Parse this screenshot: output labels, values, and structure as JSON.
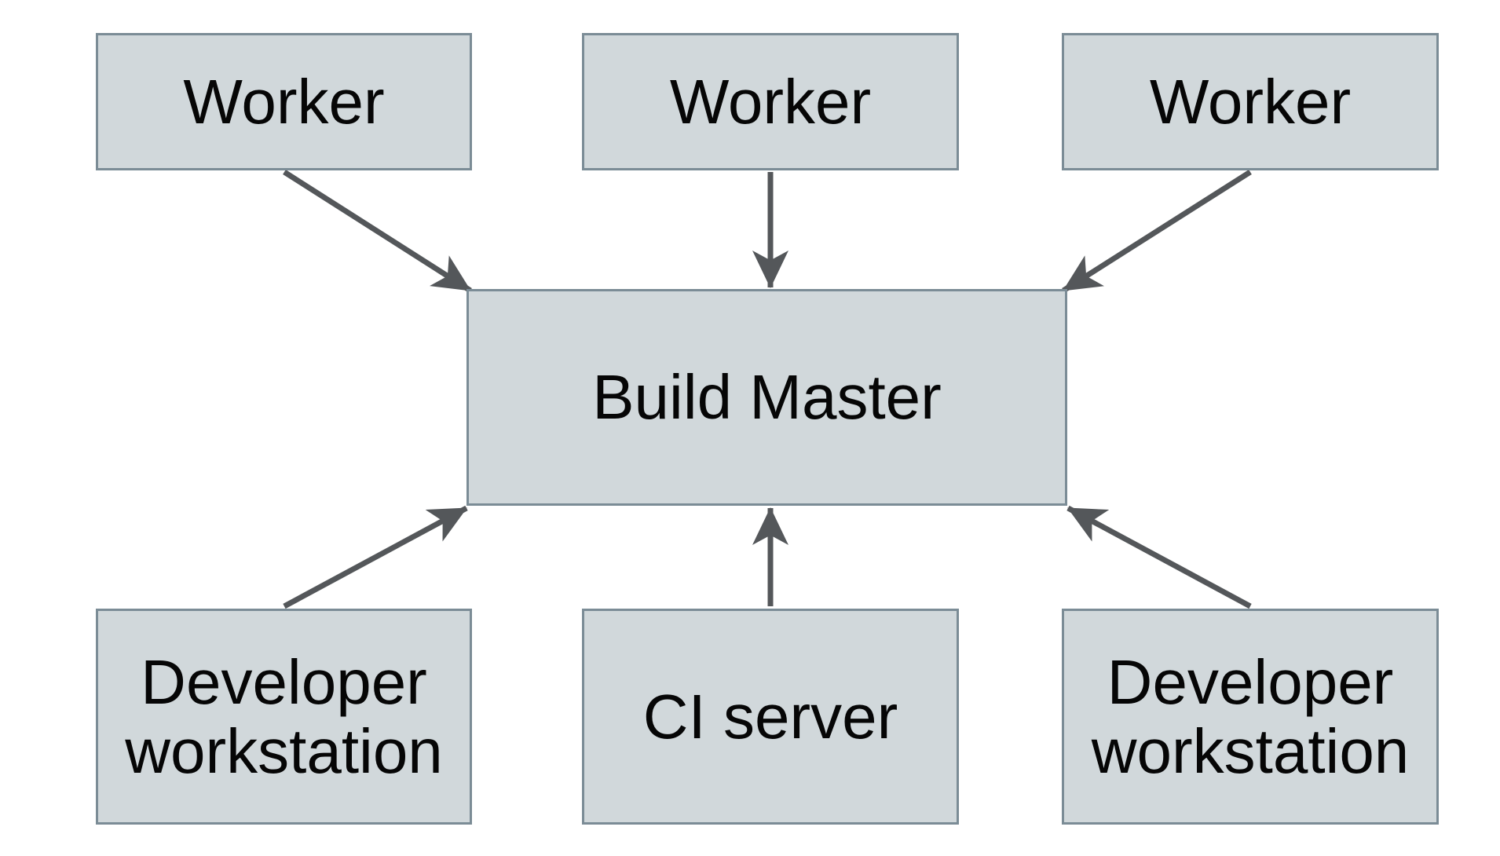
{
  "diagram": {
    "colors": {
      "background": "#ffffff",
      "node-fill": "#d1d8db",
      "node-border": "#7b8c96",
      "arrow": "#54575a",
      "text": "#060606"
    },
    "nodes": [
      {
        "id": "worker-left",
        "label": "Worker"
      },
      {
        "id": "worker-center",
        "label": "Worker"
      },
      {
        "id": "worker-right",
        "label": "Worker"
      },
      {
        "id": "build-master",
        "label": "Build Master"
      },
      {
        "id": "developer-workstation-left",
        "label": "Developer workstation"
      },
      {
        "id": "ci-server",
        "label": "CI server"
      },
      {
        "id": "developer-workstation-right",
        "label": "Developer workstation"
      }
    ],
    "edges": [
      {
        "from": "worker-left",
        "to": "build-master"
      },
      {
        "from": "worker-center",
        "to": "build-master"
      },
      {
        "from": "worker-right",
        "to": "build-master"
      },
      {
        "from": "developer-workstation-left",
        "to": "build-master"
      },
      {
        "from": "ci-server",
        "to": "build-master"
      },
      {
        "from": "developer-workstation-right",
        "to": "build-master"
      }
    ]
  }
}
